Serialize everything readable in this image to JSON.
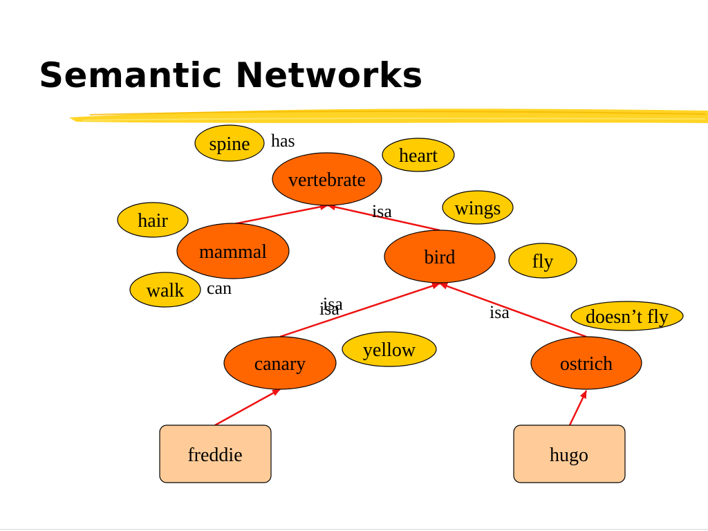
{
  "title": "Semantic Networks",
  "colors": {
    "category_fill": "#ff6600",
    "property_fill": "#ffcc00",
    "instance_fill": "#ffcc99",
    "edge": "#ee1111",
    "accent_bar": "#ffd21a"
  },
  "category_nodes": {
    "vertebrate": "vertebrate",
    "mammal": "mammal",
    "bird": "bird",
    "canary": "canary",
    "ostrich": "ostrich"
  },
  "property_nodes": {
    "spine": "spine",
    "heart": "heart",
    "hair": "hair",
    "walk": "walk",
    "wings": "wings",
    "fly": "fly",
    "yellow": "yellow",
    "doesnt_fly": "doesn’t fly"
  },
  "instance_nodes": {
    "freddie": "freddie",
    "hugo": "hugo"
  },
  "relation_labels": {
    "has": "has",
    "can": "can",
    "isa_bird": "isa",
    "isa_canary_a": "isa",
    "isa_canary_b": "isa",
    "isa_ostrich": "isa"
  }
}
